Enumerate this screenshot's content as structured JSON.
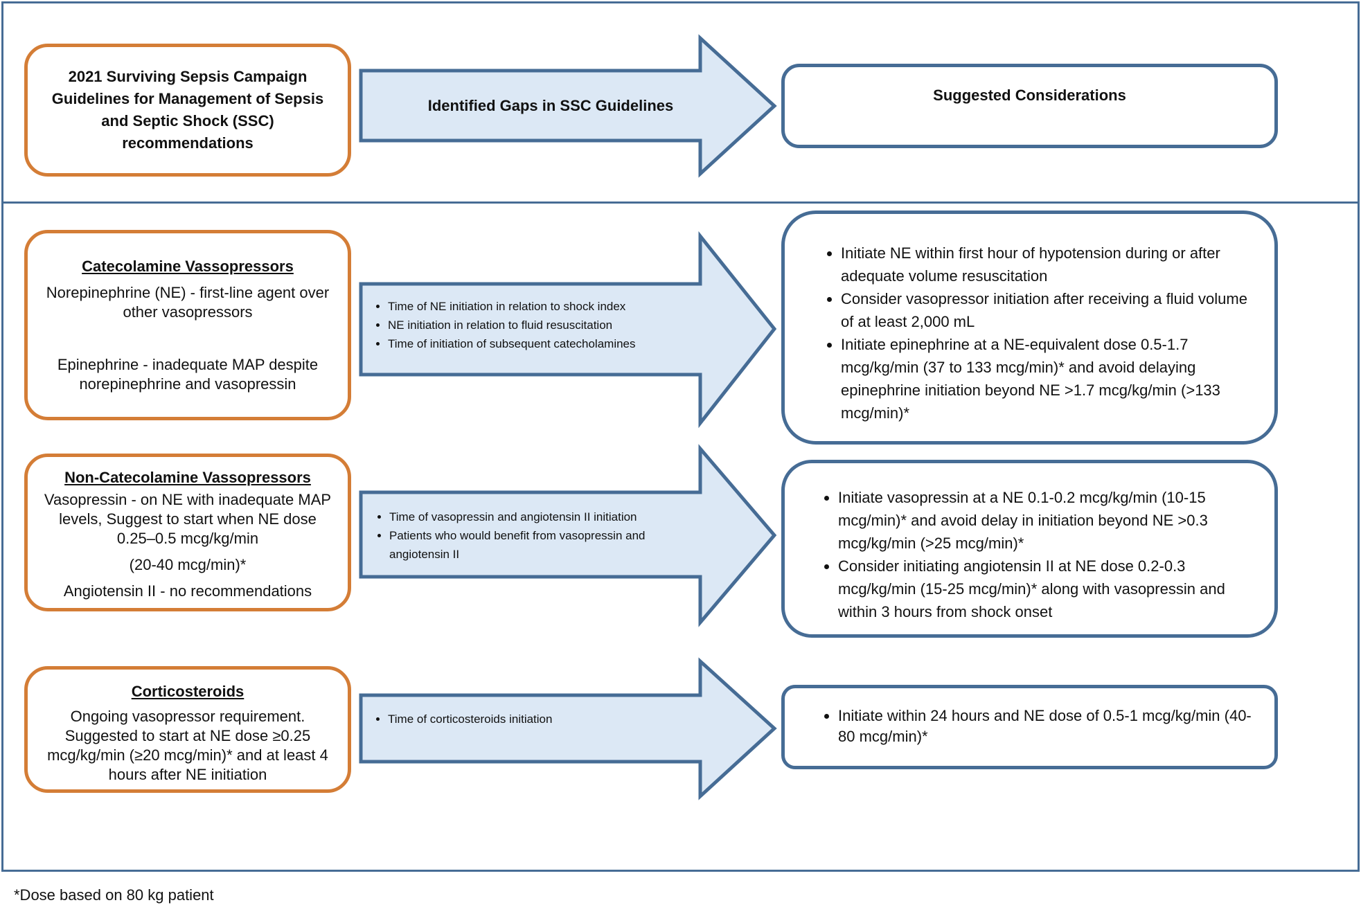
{
  "header": {
    "ssc_title": "2021 Surviving Sepsis Campaign Guidelines for Management of Sepsis and Septic Shock (SSC) recommendations",
    "gaps_title": "Identified Gaps in SSC Guidelines",
    "considerations_title": "Suggested Considerations"
  },
  "rows": [
    {
      "heading": "Catecolamine Vassopressors",
      "recommendations": [
        "Norepinephrine (NE) - first-line agent over other vasopressors",
        "Epinephrine - inadequate MAP despite norepinephrine and vasopressin"
      ],
      "gaps": [
        "Time of NE initiation in relation to shock index",
        "NE initiation in relation to fluid resuscitation",
        "Time of initiation of subsequent catecholamines"
      ],
      "considerations": [
        "Initiate NE within first hour of hypotension during or after adequate volume resuscitation",
        "Consider vasopressor initiation after receiving a fluid volume of at least 2,000 mL",
        "Initiate epinephrine at a NE-equivalent dose 0.5-1.7 mcg/kg/min (37 to 133 mcg/min)* and avoid delaying epinephrine initiation beyond NE >1.7 mcg/kg/min (>133 mcg/min)*"
      ]
    },
    {
      "heading": "Non-Catecolamine Vassopressors",
      "recommendations": [
        "Vasopressin - on NE with inadequate MAP levels, Suggest to start when NE dose 0.25–0.5 mcg/kg/min",
        "(20-40 mcg/min)*",
        "Angiotensin II - no recommendations"
      ],
      "gaps": [
        "Time of vasopressin and angiotensin II initiation",
        "Patients who would benefit from vasopressin and angiotensin II"
      ],
      "considerations": [
        "Initiate vasopressin at a NE 0.1-0.2 mcg/kg/min (10-15 mcg/min)* and avoid delay in initiation beyond NE >0.3 mcg/kg/min (>25 mcg/min)*",
        "Consider initiating angiotensin II at NE dose 0.2-0.3 mcg/kg/min (15-25 mcg/min)* along with vasopressin and within 3 hours from shock onset"
      ]
    },
    {
      "heading": "Corticosteroids",
      "recommendations": [
        "Ongoing vasopressor requirement. Suggested to start at NE dose ≥0.25 mcg/kg/min (≥20 mcg/min)* and at least 4 hours after NE initiation"
      ],
      "gaps": [
        "Time of corticosteroids initiation"
      ],
      "considerations": [
        "Initiate within 24 hours and NE dose of 0.5-1 mcg/kg/min (40-80 mcg/min)*"
      ]
    }
  ],
  "footnote": "*Dose based on 80 kg patient",
  "colors": {
    "frame": "#466c95",
    "orange": "#d47d36",
    "arrow_fill": "#dce8f5",
    "arrow_stroke": "#466c95"
  }
}
